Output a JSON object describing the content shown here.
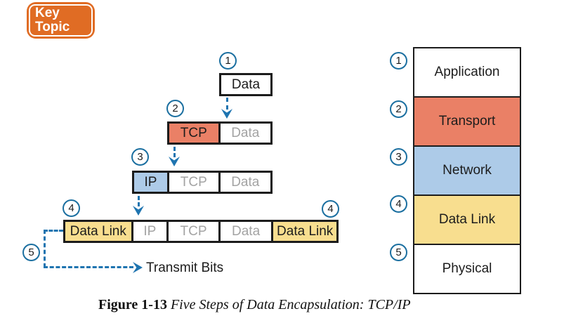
{
  "badge": {
    "line1": "Key",
    "line2": "Topic"
  },
  "colors": {
    "badge_orange": "#e06c24",
    "transport_salmon": "#ea8066",
    "network_blue": "#adcbe8",
    "datalink_yellow": "#f8de8f",
    "circle_stroke_blue": "#1b6fa0",
    "arrow_blue": "#1e74b0",
    "ghost_text_gray": "#a3a3a3",
    "ink": "#1c1c1c"
  },
  "encapsulation": {
    "step1": {
      "num": "1",
      "data": "Data"
    },
    "step2": {
      "num": "2",
      "tcp": "TCP",
      "data": "Data"
    },
    "step3": {
      "num": "3",
      "ip": "IP",
      "tcp": "TCP",
      "data": "Data"
    },
    "step4": {
      "num_left": "4",
      "num_right": "4",
      "datalink_left": "Data Link",
      "ip": "IP",
      "tcp": "TCP",
      "data": "Data",
      "datalink_right": "Data Link"
    },
    "step5": {
      "num": "5",
      "label": "Transmit Bits"
    }
  },
  "layer_stack": {
    "layers": [
      {
        "num": "1",
        "label": "Application"
      },
      {
        "num": "2",
        "label": "Transport"
      },
      {
        "num": "3",
        "label": "Network"
      },
      {
        "num": "4",
        "label": "Data Link"
      },
      {
        "num": "5",
        "label": "Physical"
      }
    ]
  },
  "caption": {
    "figure_label": "Figure 1-13",
    "figure_title": "Five Steps of Data Encapsulation: TCP/IP"
  }
}
